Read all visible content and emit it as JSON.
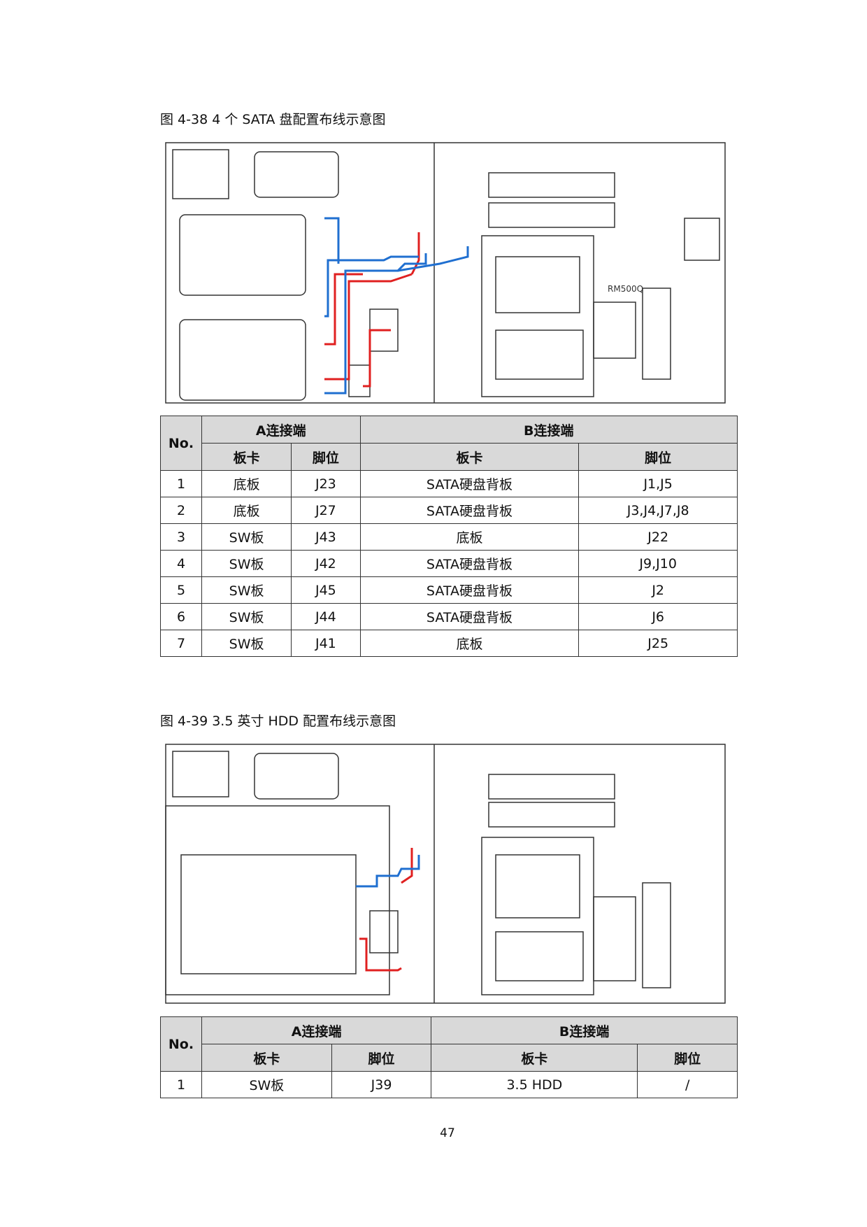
{
  "figure1": {
    "caption": "图 4-38 4 个 SATA 盘配置布线示意图"
  },
  "table1": {
    "headers": {
      "no": "No.",
      "a": "A连接端",
      "b": "B连接端",
      "board": "板卡",
      "pin": "脚位"
    },
    "rows": [
      [
        "1",
        "底板",
        "J23",
        "SATA硬盘背板",
        "J1,J5"
      ],
      [
        "2",
        "底板",
        "J27",
        "SATA硬盘背板",
        "J3,J4,J7,J8"
      ],
      [
        "3",
        "SW板",
        "J43",
        "底板",
        "J22"
      ],
      [
        "4",
        "SW板",
        "J42",
        "SATA硬盘背板",
        "J9,J10"
      ],
      [
        "5",
        "SW板",
        "J45",
        "SATA硬盘背板",
        "J2"
      ],
      [
        "6",
        "SW板",
        "J44",
        "SATA硬盘背板",
        "J6"
      ],
      [
        "7",
        "SW板",
        "J41",
        "底板",
        "J25"
      ]
    ]
  },
  "figure2": {
    "caption": "图 4-39 3.5 英寸 HDD 配置布线示意图"
  },
  "table2": {
    "headers": {
      "no": "No.",
      "a": "A连接端",
      "b": "B连接端",
      "board": "板卡",
      "pin": "脚位"
    },
    "rows": [
      [
        "1",
        "SW板",
        "J39",
        "3.5 HDD",
        "/"
      ]
    ]
  },
  "page_number": "47",
  "colors": {
    "cable_red": "#e02020",
    "cable_blue": "#1f6fd0",
    "header_bg": "#d9d9d9"
  }
}
